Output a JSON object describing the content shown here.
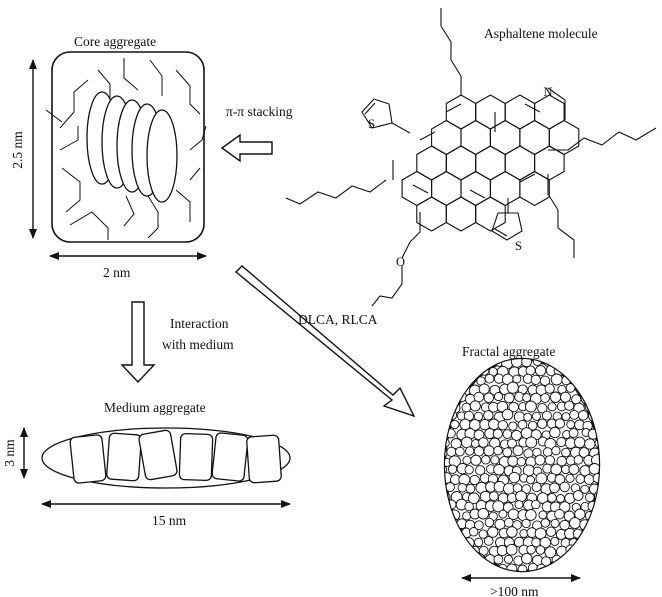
{
  "labels": {
    "core": "Core aggregate",
    "asphaltene": "Asphaltene molecule",
    "pipi": "π-π stacking",
    "core_height": "2.5 nm",
    "core_width": "2 nm",
    "interaction_1": "Interaction",
    "interaction_2": "with medium",
    "dlca": "DLCA, RLCA",
    "medium": "Medium aggregate",
    "medium_height": "3 nm",
    "medium_width": "15 nm",
    "fractal": "Fractal aggregate",
    "fractal_width": ">100 nm",
    "atom_n": "N",
    "atom_s1": "S",
    "atom_s2": "S",
    "atom_o": "O"
  }
}
